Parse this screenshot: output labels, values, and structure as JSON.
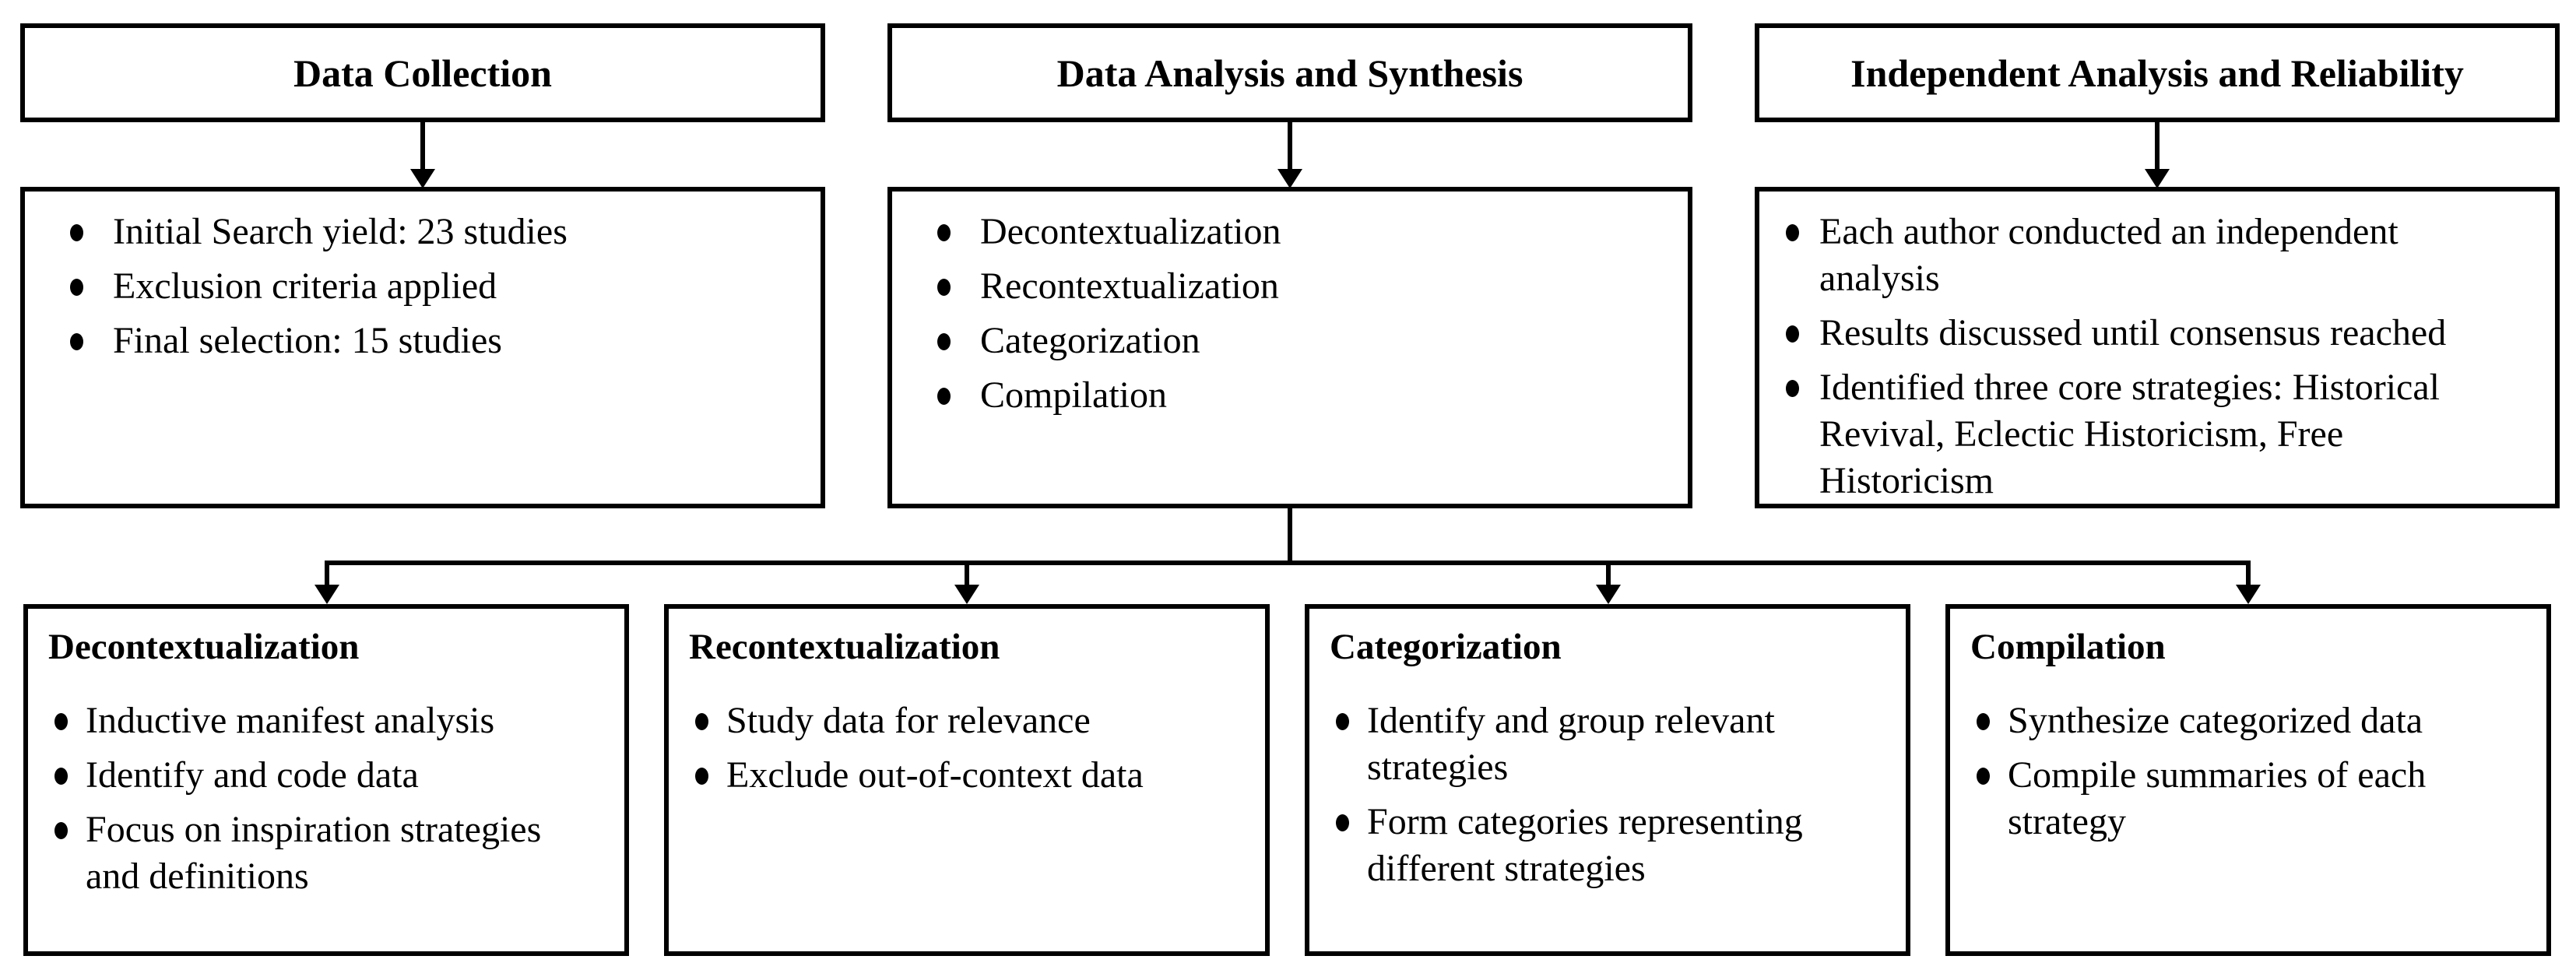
{
  "flowchart": {
    "colors": {
      "line": "#000000",
      "background": "#ffffff",
      "text": "#000000"
    },
    "top_columns": [
      {
        "header": "Data Collection",
        "items": [
          "Initial Search yield: 23 studies",
          "Exclusion criteria applied",
          "Final selection: 15 studies"
        ]
      },
      {
        "header": "Data Analysis and Synthesis",
        "items": [
          "Decontextualization",
          "Recontextualization",
          "Categorization",
          "Compilation"
        ]
      },
      {
        "header": "Independent Analysis and Reliability",
        "items": [
          "Each author conducted an independent analysis",
          "Results discussed until consensus reached",
          "Identified three core strategies: Historical Revival, Eclectic Historicism, Free Historicism"
        ]
      }
    ],
    "bottom_boxes": [
      {
        "title": "Decontextualization",
        "items": [
          "Inductive manifest analysis",
          "Identify and code data",
          "Focus on inspiration strategies and definitions"
        ]
      },
      {
        "title": "Recontextualization",
        "items": [
          "Study data for relevance",
          "Exclude out-of-context data"
        ]
      },
      {
        "title": "Categorization",
        "items": [
          "Identify and group relevant strategies",
          "Form categories representing different strategies"
        ]
      },
      {
        "title": "Compilation",
        "items": [
          "Synthesize categorized data",
          "Compile summaries of each strategy"
        ]
      }
    ]
  }
}
